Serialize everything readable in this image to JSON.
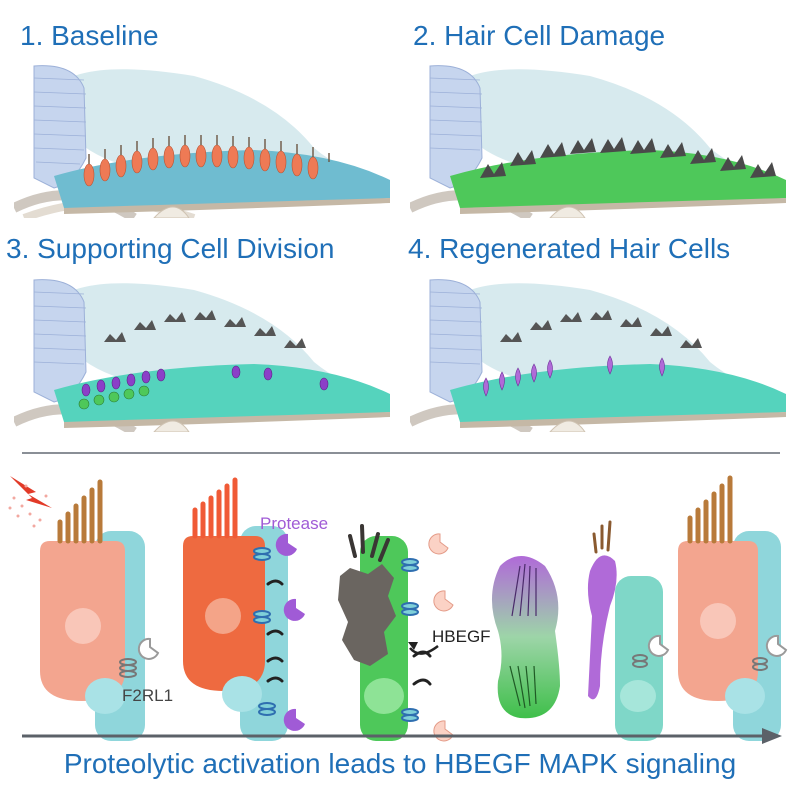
{
  "panels": [
    {
      "title": "1.  Baseline"
    },
    {
      "title": "2. Hair Cell Damage"
    },
    {
      "title": "3. Supporting Cell Division"
    },
    {
      "title": "4. Regenerated Hair Cells"
    }
  ],
  "labels": {
    "protease": "Protease",
    "hbegf": "HBEGF",
    "f2rl1": "F2RL1"
  },
  "footer": "Proteolytic activation leads to HBEGF MAPK signaling",
  "colors": {
    "title_blue": "#1f6fb7",
    "hair_cell": "#ee7a55",
    "supporting_cell": "#7dc9cf",
    "damaged_cell": "#5a5a5a",
    "protease": "#a05bd6",
    "hbegf_green": "#4ec85a",
    "regenerated_purple": "#b06ad8"
  }
}
